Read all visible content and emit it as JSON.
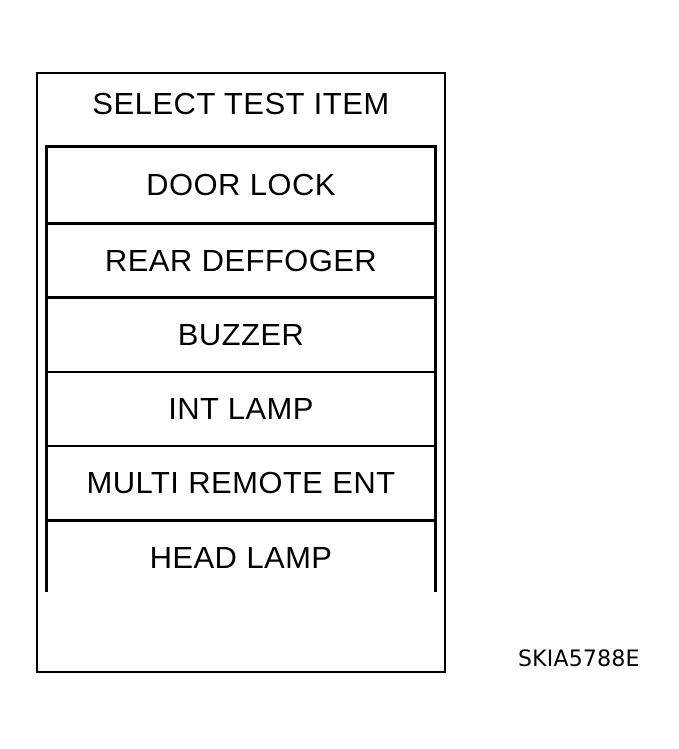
{
  "screen": {
    "title": "SELECT TEST ITEM",
    "border_color": "#000000",
    "background_color": "#ffffff",
    "text_color": "#000000",
    "test_items": [
      {
        "label": "DOOR LOCK",
        "divider": "none"
      },
      {
        "label": "REAR DEFFOGER",
        "divider": "thick"
      },
      {
        "label": "BUZZER",
        "divider": "thick"
      },
      {
        "label": "INT LAMP",
        "divider": "thin"
      },
      {
        "label": "MULTI REMOTE ENT",
        "divider": "thin"
      },
      {
        "label": "HEAD LAMP",
        "divider": "thick"
      }
    ]
  },
  "figure": {
    "reference_code": "SKIA5788E"
  }
}
